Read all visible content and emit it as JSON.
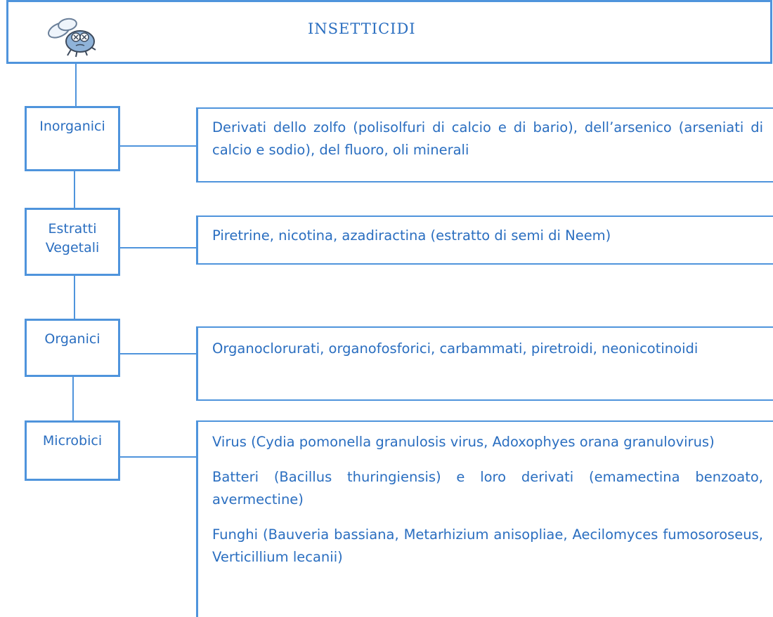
{
  "title": "INSETTICIDI",
  "categories": [
    {
      "label_lines": [
        "Inorganici"
      ],
      "descriptions": [
        "Derivati dello zolfo (polisolfuri di calcio e di bario), dell’arsenico (arseniati di calcio e sodio), del fluoro, oli minerali"
      ]
    },
    {
      "label_lines": [
        "Estratti",
        "Vegetali"
      ],
      "descriptions": [
        "Piretrine, nicotina, azadiractina (estratto di semi di Neem)"
      ]
    },
    {
      "label_lines": [
        "Organici"
      ],
      "descriptions": [
        "Organoclorurati, organofosforici, carbammati, piretroidi, neonicotinoidi"
      ]
    },
    {
      "label_lines": [
        "Microbici"
      ],
      "descriptions": [
        "Virus (Cydia pomonella granulosis virus, Adoxophyes orana granulovirus)",
        "Batteri (Bacillus thuringiensis) e loro derivati (emamectina benzoato, avermectine)",
        "Funghi (Bauveria bassiana, Metarhizium anisopliae, Aecilomyces fumosoroseus, Verticillium lecanii)"
      ]
    }
  ],
  "colors": {
    "border": "#4f94dc",
    "text": "#2a6ec0"
  },
  "icons": {
    "header": "fly-icon"
  }
}
